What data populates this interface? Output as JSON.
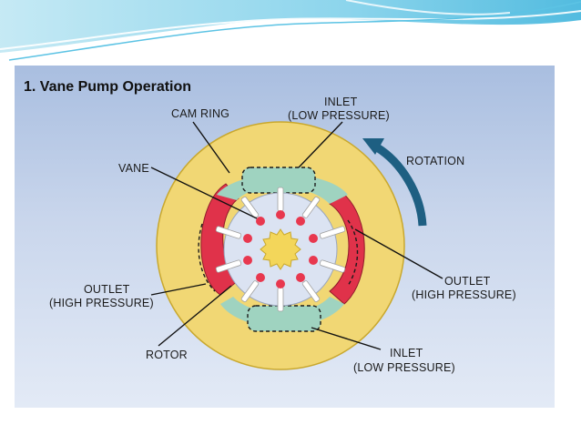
{
  "slide": {
    "title": "1. Vane Pump Operation"
  },
  "labels": {
    "cam_ring": "CAM RING",
    "vane": "VANE",
    "inlet_top_line1": "INLET",
    "inlet_top_line2": "(LOW PRESSURE)",
    "rotation": "ROTATION",
    "outlet_left_line1": "OUTLET",
    "outlet_left_line2": "(HIGH PRESSURE)",
    "outlet_right_line1": "OUTLET",
    "outlet_right_line2": "(HIGH PRESSURE)",
    "rotor": "ROTOR",
    "inlet_bottom_line1": "INLET",
    "inlet_bottom_line2": "(LOW PRESSURE)"
  },
  "colors": {
    "cam_ring": "#f1d774",
    "outlet_zone": "#e0324a",
    "inlet_zone": "#9fd3c0",
    "rotor": "#dbe3f2",
    "gear": "#f3d65a",
    "arrow": "#1e5f82",
    "panel_top": "#a9bee0",
    "header_wave": "#4fc1e3"
  }
}
